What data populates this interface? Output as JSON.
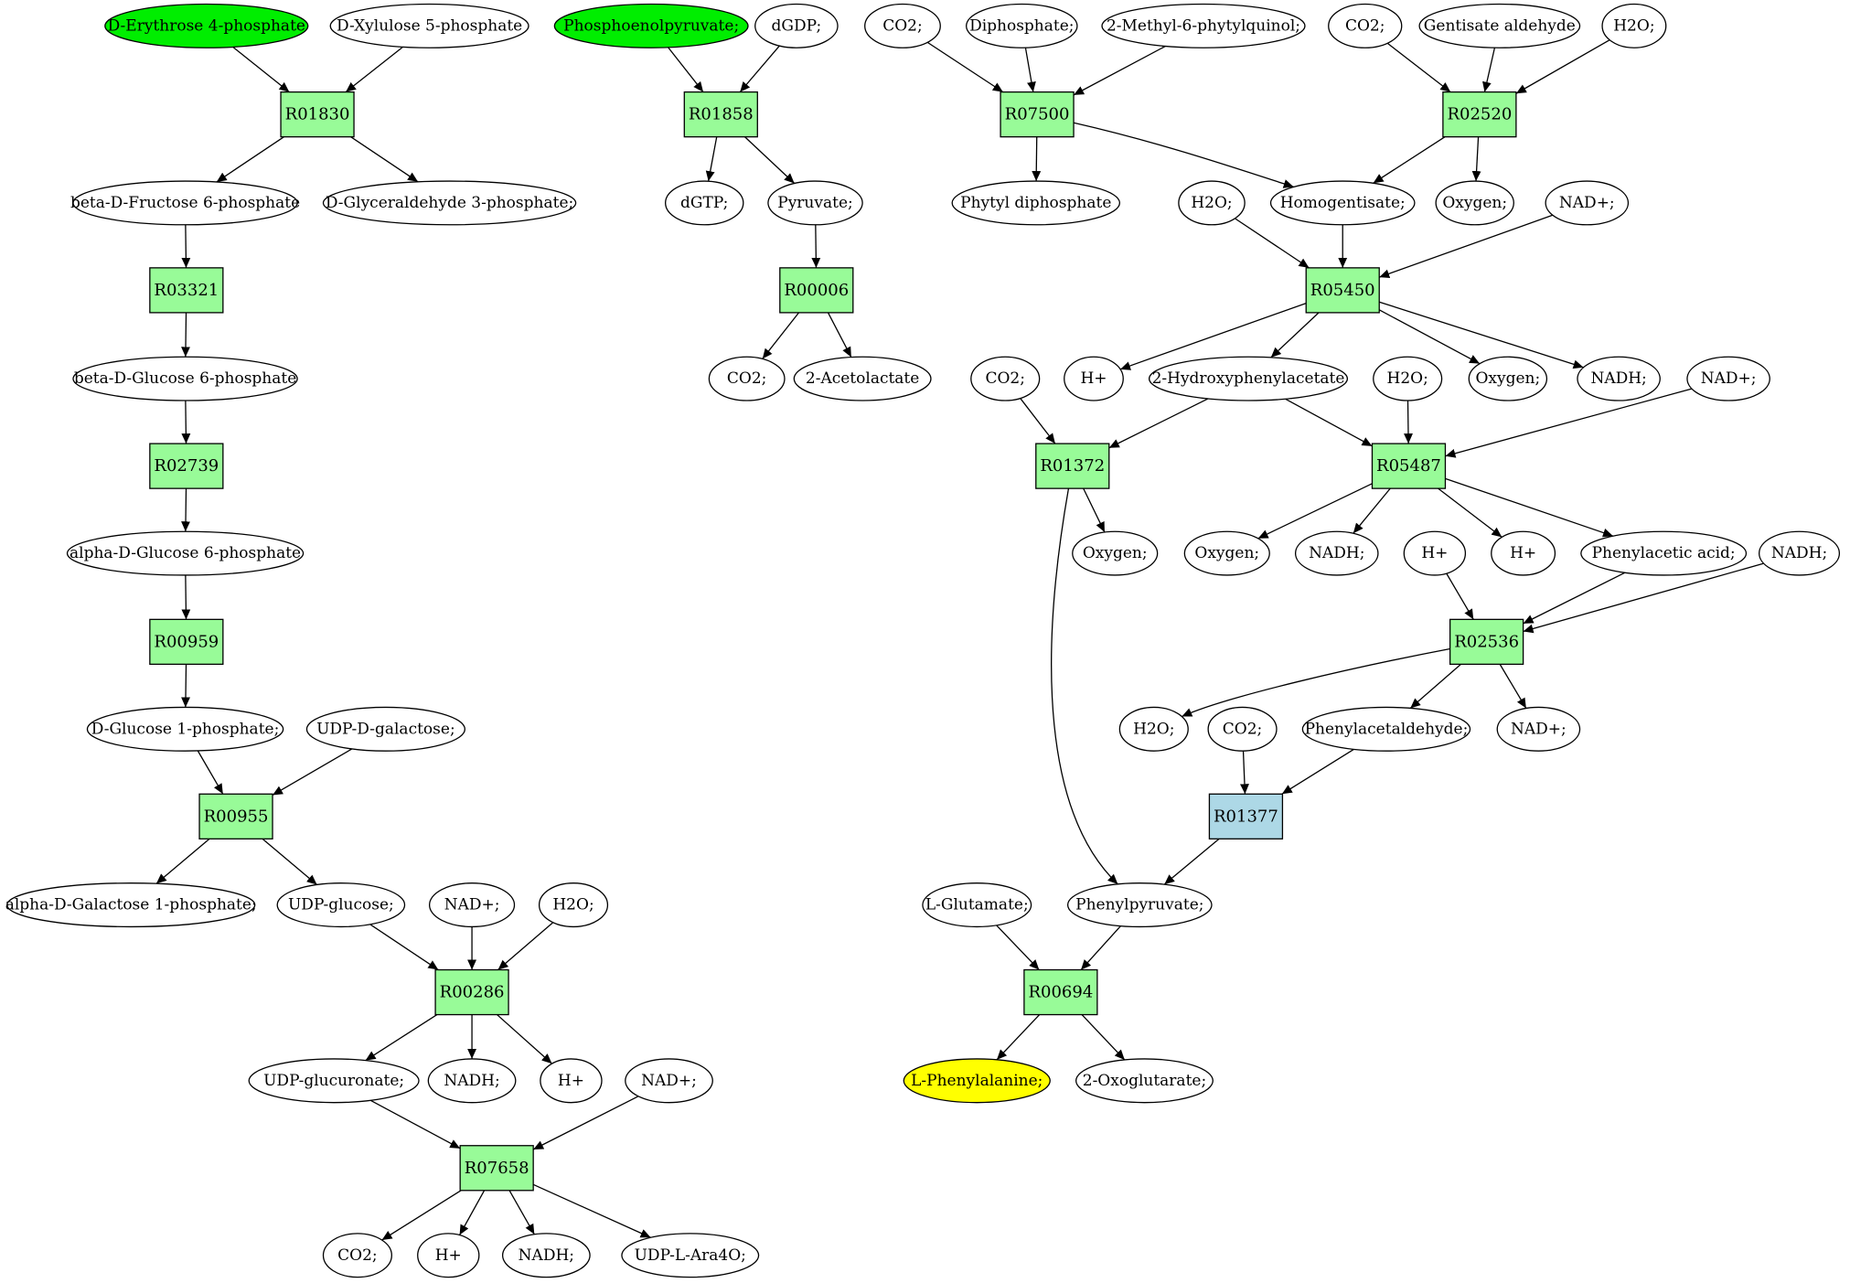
{
  "colors": {
    "background": "#ffffff",
    "metabolite_default": "#ffffff",
    "metabolite_source": "#00ee00",
    "metabolite_target": "#ffff00",
    "reaction_default": "#98fb98",
    "reaction_highlight": "#add8e6"
  },
  "metabolites": [
    {
      "id": "m_e4p",
      "label": "D-Erythrose 4-phosphate",
      "role": "source"
    },
    {
      "id": "m_xu5p",
      "label": "D-Xylulose 5-phosphate"
    },
    {
      "id": "m_bf6p",
      "label": "beta-D-Fructose 6-phosphate"
    },
    {
      "id": "m_g3p",
      "label": "D-Glyceraldehyde 3-phosphate;"
    },
    {
      "id": "m_bg6p",
      "label": "beta-D-Glucose 6-phosphate"
    },
    {
      "id": "m_ag6p",
      "label": "alpha-D-Glucose 6-phosphate"
    },
    {
      "id": "m_g1p",
      "label": "D-Glucose 1-phosphate;"
    },
    {
      "id": "m_udpgal",
      "label": "UDP-D-galactose;"
    },
    {
      "id": "m_agal1p",
      "label": "alpha-D-Galactose 1-phosphate;"
    },
    {
      "id": "m_udpglc",
      "label": "UDP-glucose;"
    },
    {
      "id": "m_nadp1",
      "label": "NAD+;"
    },
    {
      "id": "m_h2o1",
      "label": "H2O;"
    },
    {
      "id": "m_udpgluc",
      "label": "UDP-glucuronate;"
    },
    {
      "id": "m_nadh1",
      "label": "NADH;"
    },
    {
      "id": "m_h1",
      "label": "H+"
    },
    {
      "id": "m_nadp2",
      "label": "NAD+;"
    },
    {
      "id": "m_co2a",
      "label": "CO2;"
    },
    {
      "id": "m_h2",
      "label": "H+"
    },
    {
      "id": "m_nadh2",
      "label": "NADH;"
    },
    {
      "id": "m_udpara",
      "label": "UDP-L-Ara4O;"
    },
    {
      "id": "m_pep",
      "label": "Phosphoenolpyruvate;",
      "role": "source"
    },
    {
      "id": "m_dgdp",
      "label": "dGDP;"
    },
    {
      "id": "m_dgtp",
      "label": "dGTP;"
    },
    {
      "id": "m_pyr",
      "label": "Pyruvate;"
    },
    {
      "id": "m_co2b",
      "label": "CO2;"
    },
    {
      "id": "m_acl",
      "label": "2-Acetolactate"
    },
    {
      "id": "m_co2c",
      "label": "CO2;"
    },
    {
      "id": "m_ppi",
      "label": "Diphosphate;"
    },
    {
      "id": "m_mpq",
      "label": "2-Methyl-6-phytylquinol;"
    },
    {
      "id": "m_co2d",
      "label": "CO2;"
    },
    {
      "id": "m_gent",
      "label": "Gentisate aldehyde"
    },
    {
      "id": "m_h2o2",
      "label": "H2O;"
    },
    {
      "id": "m_phdp",
      "label": "Phytyl diphosphate"
    },
    {
      "id": "m_h2o3",
      "label": "H2O;"
    },
    {
      "id": "m_hgn",
      "label": "Homogentisate;"
    },
    {
      "id": "m_oxy1",
      "label": "Oxygen;"
    },
    {
      "id": "m_nadp3",
      "label": "NAD+;"
    },
    {
      "id": "m_co2e",
      "label": "CO2;"
    },
    {
      "id": "m_h3",
      "label": "H+"
    },
    {
      "id": "m_hpa",
      "label": "2-Hydroxyphenylacetate"
    },
    {
      "id": "m_h2o4",
      "label": "H2O;"
    },
    {
      "id": "m_oxy2",
      "label": "Oxygen;"
    },
    {
      "id": "m_nadh3",
      "label": "NADH;"
    },
    {
      "id": "m_nadp4",
      "label": "NAD+;"
    },
    {
      "id": "m_oxy3",
      "label": "Oxygen;"
    },
    {
      "id": "m_oxy4",
      "label": "Oxygen;"
    },
    {
      "id": "m_nadh4",
      "label": "NADH;"
    },
    {
      "id": "m_h4",
      "label": "H+"
    },
    {
      "id": "m_h5",
      "label": "H+"
    },
    {
      "id": "m_paa",
      "label": "Phenylacetic acid;"
    },
    {
      "id": "m_nadh5",
      "label": "NADH;"
    },
    {
      "id": "m_h2o5",
      "label": "H2O;"
    },
    {
      "id": "m_co2f",
      "label": "CO2;"
    },
    {
      "id": "m_pald",
      "label": "Phenylacetaldehyde;"
    },
    {
      "id": "m_nadp5",
      "label": "NAD+;"
    },
    {
      "id": "m_glu",
      "label": "L-Glutamate;"
    },
    {
      "id": "m_ppyr",
      "label": "Phenylpyruvate;"
    },
    {
      "id": "m_phe",
      "label": "L-Phenylalanine;",
      "role": "target"
    },
    {
      "id": "m_akg",
      "label": "2-Oxoglutarate;"
    }
  ],
  "reactions": [
    {
      "id": "r01830",
      "label": "R01830"
    },
    {
      "id": "r03321",
      "label": "R03321"
    },
    {
      "id": "r02739",
      "label": "R02739"
    },
    {
      "id": "r00959",
      "label": "R00959"
    },
    {
      "id": "r00955",
      "label": "R00955"
    },
    {
      "id": "r00286",
      "label": "R00286"
    },
    {
      "id": "r07658",
      "label": "R07658"
    },
    {
      "id": "r01858",
      "label": "R01858"
    },
    {
      "id": "r00006",
      "label": "R00006"
    },
    {
      "id": "r07500",
      "label": "R07500"
    },
    {
      "id": "r02520",
      "label": "R02520"
    },
    {
      "id": "r05450",
      "label": "R05450"
    },
    {
      "id": "r01372",
      "label": "R01372"
    },
    {
      "id": "r05487",
      "label": "R05487"
    },
    {
      "id": "r02536",
      "label": "R02536"
    },
    {
      "id": "r01377",
      "label": "R01377",
      "highlight": true
    },
    {
      "id": "r00694",
      "label": "R00694"
    }
  ],
  "edges": [
    [
      "m_e4p",
      "r01830"
    ],
    [
      "m_xu5p",
      "r01830"
    ],
    [
      "r01830",
      "m_bf6p"
    ],
    [
      "r01830",
      "m_g3p"
    ],
    [
      "m_bf6p",
      "r03321"
    ],
    [
      "r03321",
      "m_bg6p"
    ],
    [
      "m_bg6p",
      "r02739"
    ],
    [
      "r02739",
      "m_ag6p"
    ],
    [
      "m_ag6p",
      "r00959"
    ],
    [
      "r00959",
      "m_g1p"
    ],
    [
      "m_g1p",
      "r00955"
    ],
    [
      "m_udpgal",
      "r00955"
    ],
    [
      "r00955",
      "m_agal1p"
    ],
    [
      "r00955",
      "m_udpglc"
    ],
    [
      "m_udpglc",
      "r00286"
    ],
    [
      "m_nadp1",
      "r00286"
    ],
    [
      "m_h2o1",
      "r00286"
    ],
    [
      "r00286",
      "m_udpgluc"
    ],
    [
      "r00286",
      "m_nadh1"
    ],
    [
      "r00286",
      "m_h1"
    ],
    [
      "m_udpgluc",
      "r07658"
    ],
    [
      "m_nadp2",
      "r07658"
    ],
    [
      "r07658",
      "m_co2a"
    ],
    [
      "r07658",
      "m_h2"
    ],
    [
      "r07658",
      "m_nadh2"
    ],
    [
      "r07658",
      "m_udpara"
    ],
    [
      "m_pep",
      "r01858"
    ],
    [
      "m_dgdp",
      "r01858"
    ],
    [
      "r01858",
      "m_dgtp"
    ],
    [
      "r01858",
      "m_pyr"
    ],
    [
      "m_pyr",
      "r00006"
    ],
    [
      "r00006",
      "m_co2b"
    ],
    [
      "r00006",
      "m_acl"
    ],
    [
      "m_co2c",
      "r07500"
    ],
    [
      "m_ppi",
      "r07500"
    ],
    [
      "m_mpq",
      "r07500"
    ],
    [
      "r07500",
      "m_phdp"
    ],
    [
      "r07500",
      "m_hgn"
    ],
    [
      "m_co2d",
      "r02520"
    ],
    [
      "m_gent",
      "r02520"
    ],
    [
      "m_h2o2",
      "r02520"
    ],
    [
      "r02520",
      "m_hgn"
    ],
    [
      "r02520",
      "m_oxy1"
    ],
    [
      "m_h2o3",
      "r05450"
    ],
    [
      "m_hgn",
      "r05450"
    ],
    [
      "m_nadp3",
      "r05450"
    ],
    [
      "r05450",
      "m_h3"
    ],
    [
      "r05450",
      "m_hpa"
    ],
    [
      "r05450",
      "m_oxy2"
    ],
    [
      "r05450",
      "m_nadh3"
    ],
    [
      "m_co2e",
      "r01372"
    ],
    [
      "m_hpa",
      "r01372"
    ],
    [
      "r01372",
      "m_oxy3"
    ],
    [
      "r01372",
      "m_ppyr"
    ],
    [
      "m_hpa",
      "r05487"
    ],
    [
      "m_h2o4",
      "r05487"
    ],
    [
      "m_nadp4",
      "r05487"
    ],
    [
      "r05487",
      "m_oxy4"
    ],
    [
      "r05487",
      "m_nadh4"
    ],
    [
      "r05487",
      "m_h5"
    ],
    [
      "r05487",
      "m_paa"
    ],
    [
      "m_h4",
      "r02536"
    ],
    [
      "m_paa",
      "r02536"
    ],
    [
      "m_nadh5",
      "r02536"
    ],
    [
      "r02536",
      "m_h2o5"
    ],
    [
      "r02536",
      "m_pald"
    ],
    [
      "r02536",
      "m_nadp5"
    ],
    [
      "m_co2f",
      "r01377"
    ],
    [
      "m_pald",
      "r01377"
    ],
    [
      "r01377",
      "m_ppyr"
    ],
    [
      "m_glu",
      "r00694"
    ],
    [
      "m_ppyr",
      "r00694"
    ],
    [
      "r00694",
      "m_phe"
    ],
    [
      "r00694",
      "m_akg"
    ]
  ]
}
